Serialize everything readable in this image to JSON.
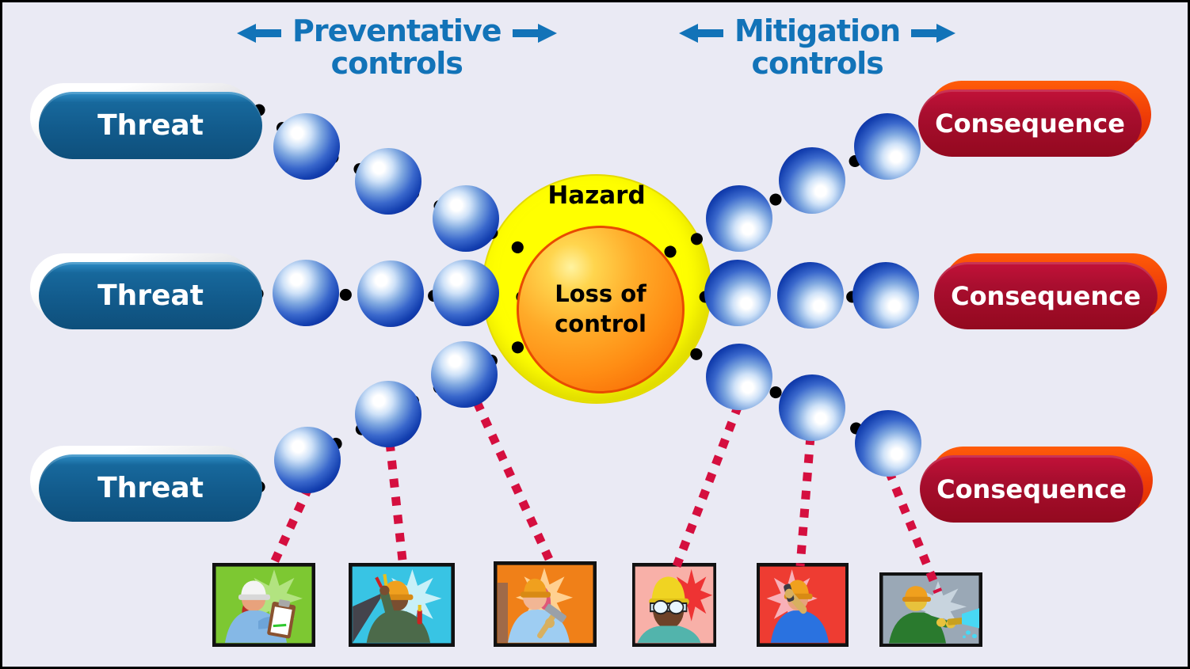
{
  "diagram_type": "bowtie-risk-barrier-model",
  "header": {
    "preventative": {
      "line1": "Preventative",
      "line2": "controls"
    },
    "mitigation": {
      "line1": "Mitigation",
      "line2": "controls"
    }
  },
  "threats": [
    {
      "label": "Threat"
    },
    {
      "label": "Threat"
    },
    {
      "label": "Threat"
    }
  ],
  "consequences": [
    {
      "label": "Consequence"
    },
    {
      "label": "Consequence"
    },
    {
      "label": "Consequence"
    }
  ],
  "hazard": {
    "title": "Hazard",
    "core": {
      "line1": "Loss of",
      "line2": "control"
    }
  },
  "structure": {
    "threat_chains": 3,
    "consequence_chains": 3,
    "barriers_per_chain": 3,
    "worker_links": 6
  },
  "workers": [
    {
      "name": "worker-clipboard-inspector-icon",
      "background": "#7dc832"
    },
    {
      "name": "worker-electrician-pliers-icon",
      "background": "#38c4e4"
    },
    {
      "name": "worker-hammer-carpenter-icon",
      "background": "#f08018"
    },
    {
      "name": "worker-safety-goggles-icon",
      "background": "#f8b0a8"
    },
    {
      "name": "worker-phone-call-icon",
      "background": "#ee3c32"
    },
    {
      "name": "worker-hose-spray-icon",
      "background": "#9aa8b6"
    }
  ],
  "colors": {
    "background": "#eaeaf4",
    "accent_blue": "#1273b8",
    "threat_pill": "#125b8c",
    "threat_plate": "#e4e4e8",
    "consequence_pill": "#a90e2f",
    "consequence_plate": "#ee3b07",
    "hazard_ring": "#ffff00",
    "hazard_core": "#ff8d14",
    "barrier_sphere": "#1440b0",
    "connector_dot": "#000000",
    "escalation_line": "#d50f3f"
  }
}
